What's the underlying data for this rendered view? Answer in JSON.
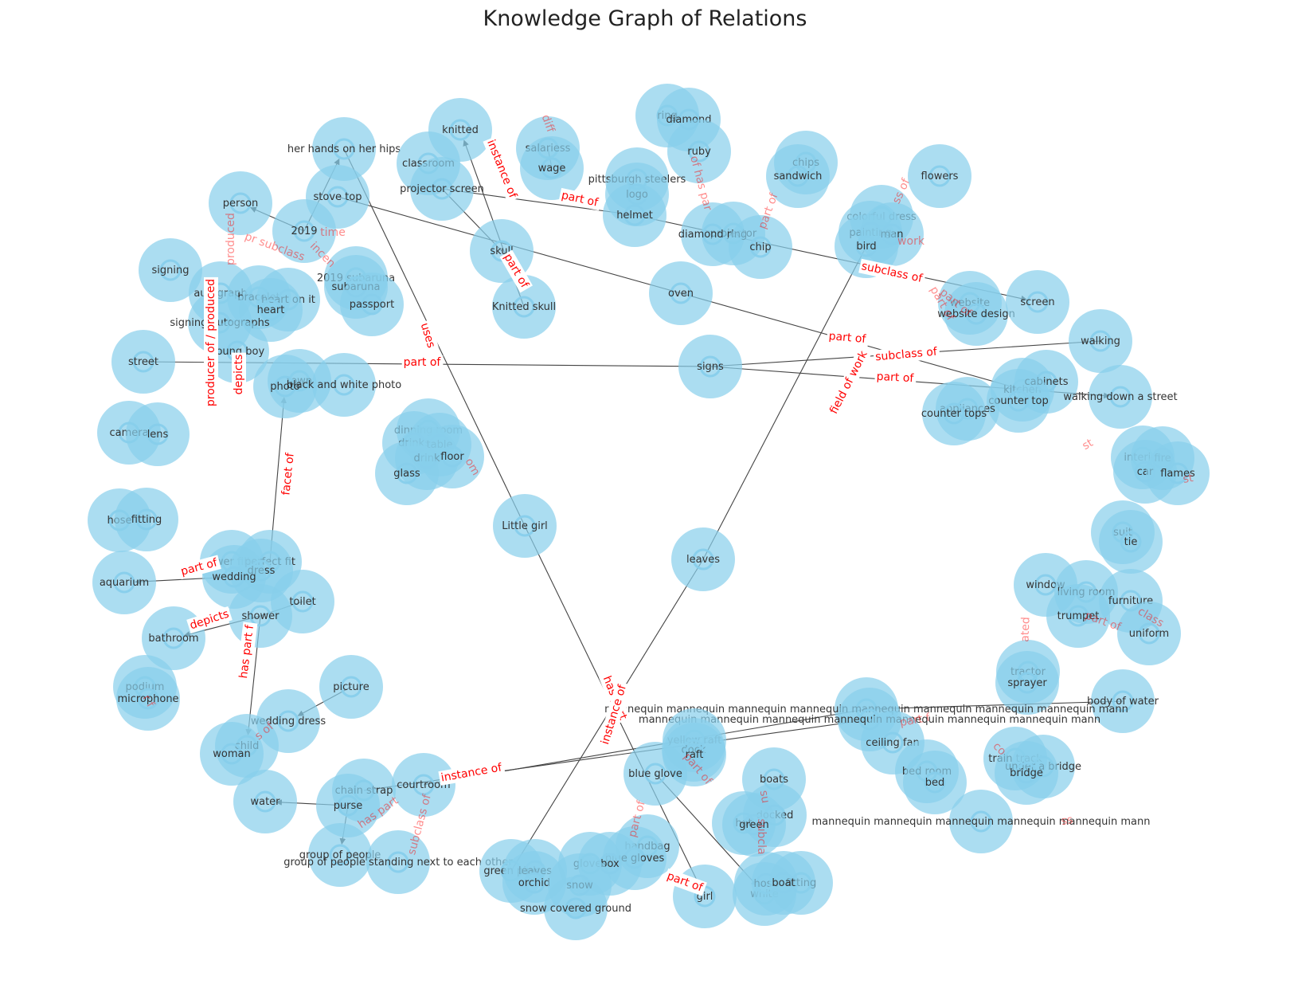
{
  "title": "Knowledge Graph of Relations",
  "colors": {
    "node": "#87ceeb",
    "edge": "#444444",
    "edge_label": "#ff0000",
    "title": "#222222"
  },
  "nodes": [
    {
      "id": "her-hands",
      "label": "her hands on her hips"
    },
    {
      "id": "knitted",
      "label": "knitted"
    },
    {
      "id": "classroom",
      "label": "classroom"
    },
    {
      "id": "projector-screen",
      "label": "projector screen"
    },
    {
      "id": "salariess",
      "label": "salariess"
    },
    {
      "id": "wage",
      "label": "wage"
    },
    {
      "id": "ring",
      "label": "ring"
    },
    {
      "id": "diamond",
      "label": "diamond"
    },
    {
      "id": "ruby",
      "label": "ruby"
    },
    {
      "id": "pittsburgh",
      "label": "pittsburgh steelers"
    },
    {
      "id": "logo",
      "label": "logo"
    },
    {
      "id": "helmet",
      "label": "helmet"
    },
    {
      "id": "chips",
      "label": "chips"
    },
    {
      "id": "sandwich",
      "label": "sandwich"
    },
    {
      "id": "flowers",
      "label": "flowers"
    },
    {
      "id": "person",
      "label": "person"
    },
    {
      "id": "stove-top",
      "label": "stove top"
    },
    {
      "id": "2019",
      "label": "2019"
    },
    {
      "id": "skull",
      "label": "skull"
    },
    {
      "id": "projector",
      "label": "projector"
    },
    {
      "id": "diamond-ring",
      "label": "diamond ring"
    },
    {
      "id": "chip",
      "label": "chip"
    },
    {
      "id": "colorful-dress",
      "label": "colorful dress"
    },
    {
      "id": "painting",
      "label": "painting"
    },
    {
      "id": "man",
      "label": "man"
    },
    {
      "id": "bird",
      "label": "bird"
    },
    {
      "id": "signing",
      "label": "signing"
    },
    {
      "id": "autograph",
      "label": "autograph"
    },
    {
      "id": "bracelet",
      "label": "bracelet"
    },
    {
      "id": "heart-on-it",
      "label": "heart on it"
    },
    {
      "id": "heart",
      "label": "heart"
    },
    {
      "id": "2019-subaruna",
      "label": "2019 subaruna"
    },
    {
      "id": "subaruna",
      "label": "subaruna"
    },
    {
      "id": "passport",
      "label": "passport"
    },
    {
      "id": "signing-autographs",
      "label": "signing autographs"
    },
    {
      "id": "knitted-skull",
      "label": "Knitted skull"
    },
    {
      "id": "oven",
      "label": "oven"
    },
    {
      "id": "website",
      "label": "website"
    },
    {
      "id": "website-design",
      "label": "website design"
    },
    {
      "id": "screen",
      "label": "screen"
    },
    {
      "id": "walking",
      "label": "walking"
    },
    {
      "id": "young-boy",
      "label": "young boy"
    },
    {
      "id": "street",
      "label": "street"
    },
    {
      "id": "signs",
      "label": "signs"
    },
    {
      "id": "town",
      "label": "town"
    },
    {
      "id": "photo",
      "label": "photo"
    },
    {
      "id": "bw-photo",
      "label": "black and white photo"
    },
    {
      "id": "kitchen",
      "label": "kitchen"
    },
    {
      "id": "cabinets",
      "label": "cabinets"
    },
    {
      "id": "counter-top",
      "label": "counter top"
    },
    {
      "id": "appliances",
      "label": "appliances"
    },
    {
      "id": "counter-tops",
      "label": "counter tops"
    },
    {
      "id": "walking-street",
      "label": "walking down a street"
    },
    {
      "id": "camera",
      "label": "camera"
    },
    {
      "id": "lens",
      "label": "lens"
    },
    {
      "id": "dinning-room",
      "label": "dinning room"
    },
    {
      "id": "drinks",
      "label": "drinks"
    },
    {
      "id": "table",
      "label": "table"
    },
    {
      "id": "drink",
      "label": "drink"
    },
    {
      "id": "floor",
      "label": "floor"
    },
    {
      "id": "glass",
      "label": "glass"
    },
    {
      "id": "interior",
      "label": "interior"
    },
    {
      "id": "fire",
      "label": "fire"
    },
    {
      "id": "car",
      "label": "car"
    },
    {
      "id": "flames",
      "label": "flames"
    },
    {
      "id": "hose",
      "label": "hose"
    },
    {
      "id": "fitting",
      "label": "fitting"
    },
    {
      "id": "little-girl",
      "label": "Little girl"
    },
    {
      "id": "suit",
      "label": "suit"
    },
    {
      "id": "tie",
      "label": "tie"
    },
    {
      "id": "leaves",
      "label": "leaves"
    },
    {
      "id": "power-filter",
      "label": "power filter"
    },
    {
      "id": "perfect-fit",
      "label": "perfect fit"
    },
    {
      "id": "dress",
      "label": "dress"
    },
    {
      "id": "wedding",
      "label": "wedding"
    },
    {
      "id": "aquarium",
      "label": "aquarium"
    },
    {
      "id": "toilet",
      "label": "toilet"
    },
    {
      "id": "window",
      "label": "window"
    },
    {
      "id": "living-room",
      "label": "living room"
    },
    {
      "id": "furniture",
      "label": "furniture"
    },
    {
      "id": "trumpet",
      "label": "trumpet"
    },
    {
      "id": "uniform",
      "label": "uniform"
    },
    {
      "id": "shower",
      "label": "shower"
    },
    {
      "id": "bathroom",
      "label": "bathroom"
    },
    {
      "id": "tractor",
      "label": "tractor"
    },
    {
      "id": "sprayer",
      "label": "sprayer"
    },
    {
      "id": "picture",
      "label": "picture"
    },
    {
      "id": "podium",
      "label": "podium"
    },
    {
      "id": "microphone",
      "label": "microphone"
    },
    {
      "id": "body-of-water",
      "label": "body of water"
    },
    {
      "id": "mannequin-1",
      "label": "mannequin mannequin mannequin mannequin mannequin mannequin mannequin mannequin mann"
    },
    {
      "id": "mannequin-2",
      "label": "mannequin mannequin mannequin mannequin mannequin mannequin mannequin mann"
    },
    {
      "id": "wedding-dress",
      "label": "wedding dress"
    },
    {
      "id": "ceiling-fan",
      "label": "ceiling fan"
    },
    {
      "id": "child",
      "label": "child"
    },
    {
      "id": "woman",
      "label": "woman"
    },
    {
      "id": "yellow-raft",
      "label": "yellow raft"
    },
    {
      "id": "dock",
      "label": "dock"
    },
    {
      "id": "raft",
      "label": "raft"
    },
    {
      "id": "train-track",
      "label": "train track"
    },
    {
      "id": "under-bridge",
      "label": "under a bridge"
    },
    {
      "id": "bridge",
      "label": "bridge"
    },
    {
      "id": "blue-glove",
      "label": "blue glove"
    },
    {
      "id": "bed-room",
      "label": "bed room"
    },
    {
      "id": "bed",
      "label": "bed"
    },
    {
      "id": "courtroom",
      "label": "courtroom"
    },
    {
      "id": "chain-strap",
      "label": "chain strap"
    },
    {
      "id": "purse",
      "label": "purse"
    },
    {
      "id": "water",
      "label": "water"
    },
    {
      "id": "boats",
      "label": "boats"
    },
    {
      "id": "docked",
      "label": "docked"
    },
    {
      "id": "hat",
      "label": "hat"
    },
    {
      "id": "green",
      "label": "green"
    },
    {
      "id": "mannequin-3",
      "label": "mannequin mannequin mannequin mannequin mannequin mann"
    },
    {
      "id": "handbag",
      "label": "handbag"
    },
    {
      "id": "blue-gloves",
      "label": "blue gloves"
    },
    {
      "id": "group-people",
      "label": "group of people"
    },
    {
      "id": "group-people-standing",
      "label": "group of people standing next to each other"
    },
    {
      "id": "gloves",
      "label": "gloves"
    },
    {
      "id": "box",
      "label": "box"
    },
    {
      "id": "green-pink",
      "label": "green pink"
    },
    {
      "id": "leaves2",
      "label": "leaves"
    },
    {
      "id": "orchid",
      "label": "orchid"
    },
    {
      "id": "snow",
      "label": "snow"
    },
    {
      "id": "girl",
      "label": "girl"
    },
    {
      "id": "white",
      "label": "white"
    },
    {
      "id": "hose2",
      "label": "hose"
    },
    {
      "id": "fitting2",
      "label": "fitting"
    },
    {
      "id": "boat",
      "label": "boat"
    },
    {
      "id": "snow-ground",
      "label": "snow covered ground"
    }
  ],
  "edge_labels": [
    {
      "text": "part of",
      "faded": false
    },
    {
      "text": "subclass of",
      "faded": false
    },
    {
      "text": "part of",
      "faded": false
    },
    {
      "text": "subclass of",
      "faded": false
    },
    {
      "text": "part of",
      "faded": false
    },
    {
      "text": "uses",
      "faded": false
    },
    {
      "text": "field of work",
      "faded": false
    },
    {
      "text": "instance of",
      "faded": false
    },
    {
      "text": "part of",
      "faded": false
    },
    {
      "text": "part of",
      "faded": false
    },
    {
      "text": "depicts",
      "faded": false
    },
    {
      "text": "has part f",
      "faded": false
    },
    {
      "text": "instance of",
      "faded": false
    },
    {
      "text": "facet of",
      "faded": false
    },
    {
      "text": "has part",
      "faded": false
    },
    {
      "text": "instance of",
      "faded": false
    },
    {
      "text": "part of",
      "faded": false
    },
    {
      "text": "part of",
      "faded": false
    },
    {
      "text": "depicts",
      "faded": false
    },
    {
      "text": "produced",
      "faded": true
    },
    {
      "text": "producer of / produced",
      "faded": false
    },
    {
      "text": "pr subclass",
      "faded": true
    },
    {
      "text": "time",
      "faded": true
    },
    {
      "text": "incen",
      "faded": true
    },
    {
      "text": "diff",
      "faded": true
    },
    {
      "text": "of has par",
      "faded": true
    },
    {
      "text": "part of",
      "faded": true
    },
    {
      "text": "ss of",
      "faded": true
    },
    {
      "text": "work",
      "faded": true
    },
    {
      "text": "part of",
      "faded": true
    },
    {
      "text": "part of",
      "faded": true
    },
    {
      "text": "has part",
      "faded": true
    },
    {
      "text": "subclass of",
      "faded": true
    },
    {
      "text": "s of",
      "faded": true
    },
    {
      "text": "part of",
      "faded": true
    },
    {
      "text": "part f",
      "faded": true
    },
    {
      "text": "co",
      "faded": true
    },
    {
      "text": "ss",
      "faded": true
    },
    {
      "text": "class",
      "faded": true
    },
    {
      "text": "part of",
      "faded": true
    },
    {
      "text": "ated",
      "faded": true
    },
    {
      "text": "su",
      "faded": true
    },
    {
      "text": "subcla",
      "faded": true
    },
    {
      "text": "st",
      "faded": true
    },
    {
      "text": "st",
      "faded": true
    },
    {
      "text": "r f",
      "faded": true
    },
    {
      "text": "om",
      "faded": true
    },
    {
      "text": "part of",
      "faded": true
    }
  ]
}
